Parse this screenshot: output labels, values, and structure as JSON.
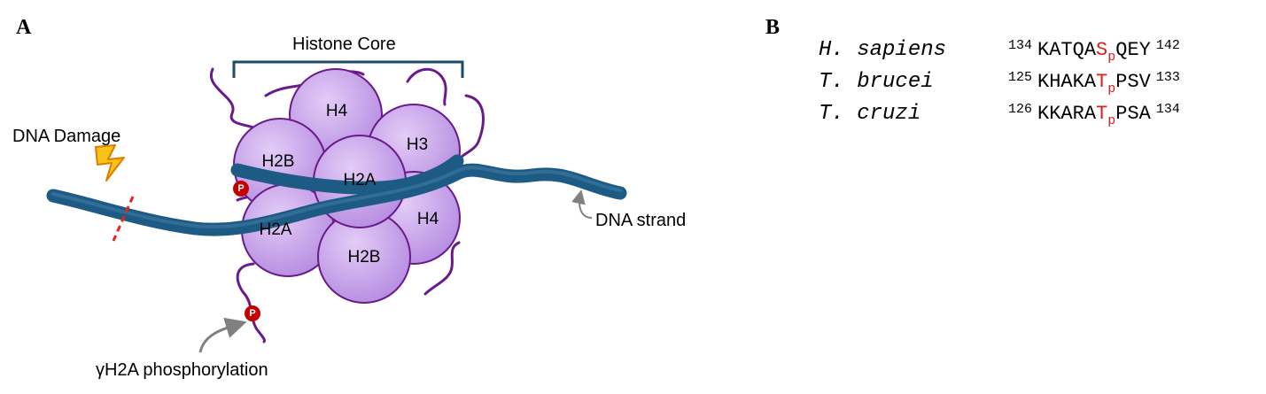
{
  "panel_a": {
    "letter": "A",
    "histone_core_label": "Histone Core",
    "dna_damage_label": "DNA Damage",
    "dna_strand_label": "DNA strand",
    "phosphorylation_label": "γH2A phosphorylation",
    "phospho_marker": "P",
    "histones": {
      "h4_top": "H4",
      "h2b_left": "H2B",
      "h3": "H3",
      "h2a_center": "H2A",
      "h2a_bottom": "H2A",
      "h2b_bottom": "H2B",
      "h4_right": "H4"
    },
    "colors": {
      "histone_fill": "#c7a3ea",
      "histone_outline": "#6a1b8a",
      "dna": "#1d5b85",
      "lightning": "#f7c316",
      "damage_mark": "#e8231d",
      "phospho": "#c40000"
    }
  },
  "panel_b": {
    "letter": "B",
    "rows": [
      {
        "species": "H. sapiens",
        "start": "134",
        "pre": "KATQA",
        "site": "S",
        "sub": "p",
        "post": "QEY",
        "end": "142"
      },
      {
        "species": "T. brucei",
        "start": "125",
        "pre": "KHAKA",
        "site": "T",
        "sub": "p",
        "post": "PSV",
        "end": "133"
      },
      {
        "species": "T. cruzi",
        "start": "126",
        "pre": "KKARA",
        "site": "T",
        "sub": "p",
        "post": "PSA",
        "end": "134"
      }
    ]
  }
}
